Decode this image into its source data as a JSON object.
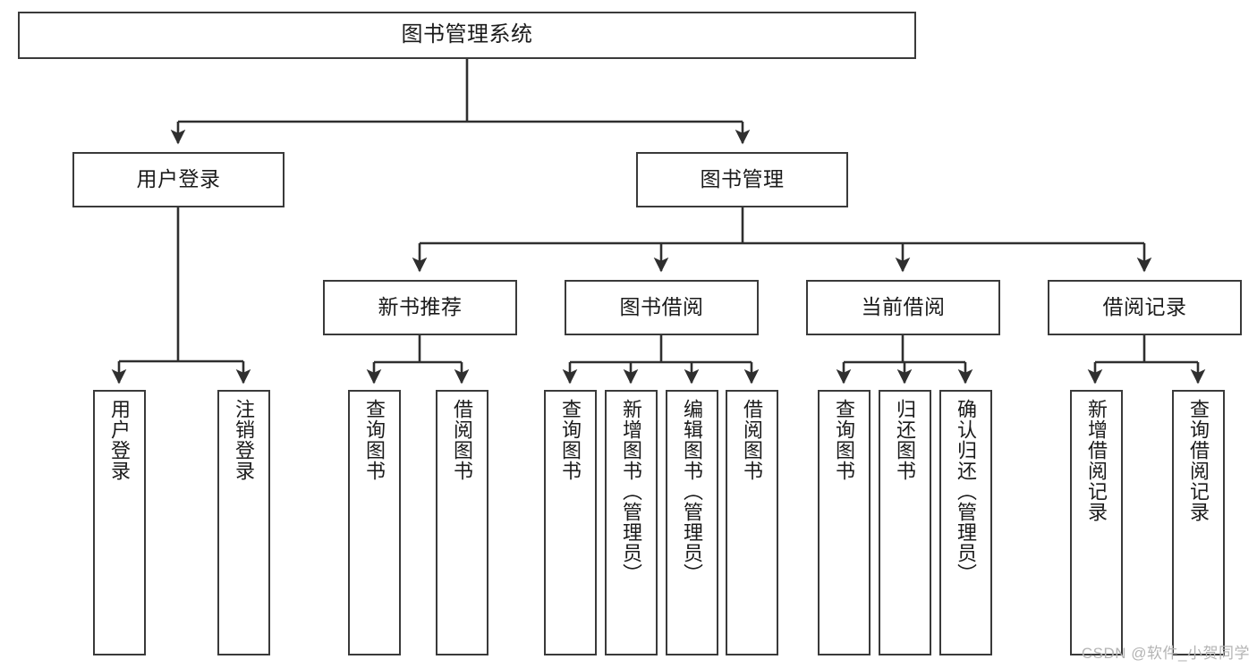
{
  "diagram": {
    "title": "图书管理系统",
    "type": "tree-hierarchy-chart",
    "watermark": "CSDN @软件_小贺同学",
    "colors": {
      "box_border": "#3a3a3a",
      "box_fill": "#ffffff",
      "edge": "#2f2f2f",
      "text": "#1b1b1b",
      "watermark": "#b4b4b4"
    },
    "nodes": {
      "root": {
        "label": "图书管理系统"
      },
      "level2": [
        {
          "id": "user-login",
          "label": "用户登录"
        },
        {
          "id": "book-manage",
          "label": "图书管理"
        }
      ],
      "level3": [
        {
          "id": "new-book-recommend",
          "label": "新书推荐"
        },
        {
          "id": "book-borrow",
          "label": "图书借阅"
        },
        {
          "id": "current-borrow",
          "label": "当前借阅"
        },
        {
          "id": "borrow-record",
          "label": "借阅记录"
        }
      ],
      "leaves": {
        "user-login": [
          {
            "id": "leaf-user-login",
            "label": "用户登录"
          },
          {
            "id": "leaf-logout",
            "label": "注销登录"
          }
        ],
        "new-book-recommend": [
          {
            "id": "leaf-query-book-1",
            "label": "查询图书"
          },
          {
            "id": "leaf-borrow-book-1",
            "label": "借阅图书"
          }
        ],
        "book-borrow": [
          {
            "id": "leaf-query-book-2",
            "label": "查询图书"
          },
          {
            "id": "leaf-add-book",
            "label": "新增图书（管理员）"
          },
          {
            "id": "leaf-edit-book",
            "label": "编辑图书（管理员）"
          },
          {
            "id": "leaf-borrow-book-2",
            "label": "借阅图书"
          }
        ],
        "current-borrow": [
          {
            "id": "leaf-query-book-3",
            "label": "查询图书"
          },
          {
            "id": "leaf-return-book",
            "label": "归还图书"
          },
          {
            "id": "leaf-confirm-return",
            "label": "确认归还（管理员）"
          }
        ],
        "borrow-record": [
          {
            "id": "leaf-add-record",
            "label": "新增借阅记录"
          },
          {
            "id": "leaf-query-record",
            "label": "查询借阅记录"
          }
        ]
      }
    }
  }
}
